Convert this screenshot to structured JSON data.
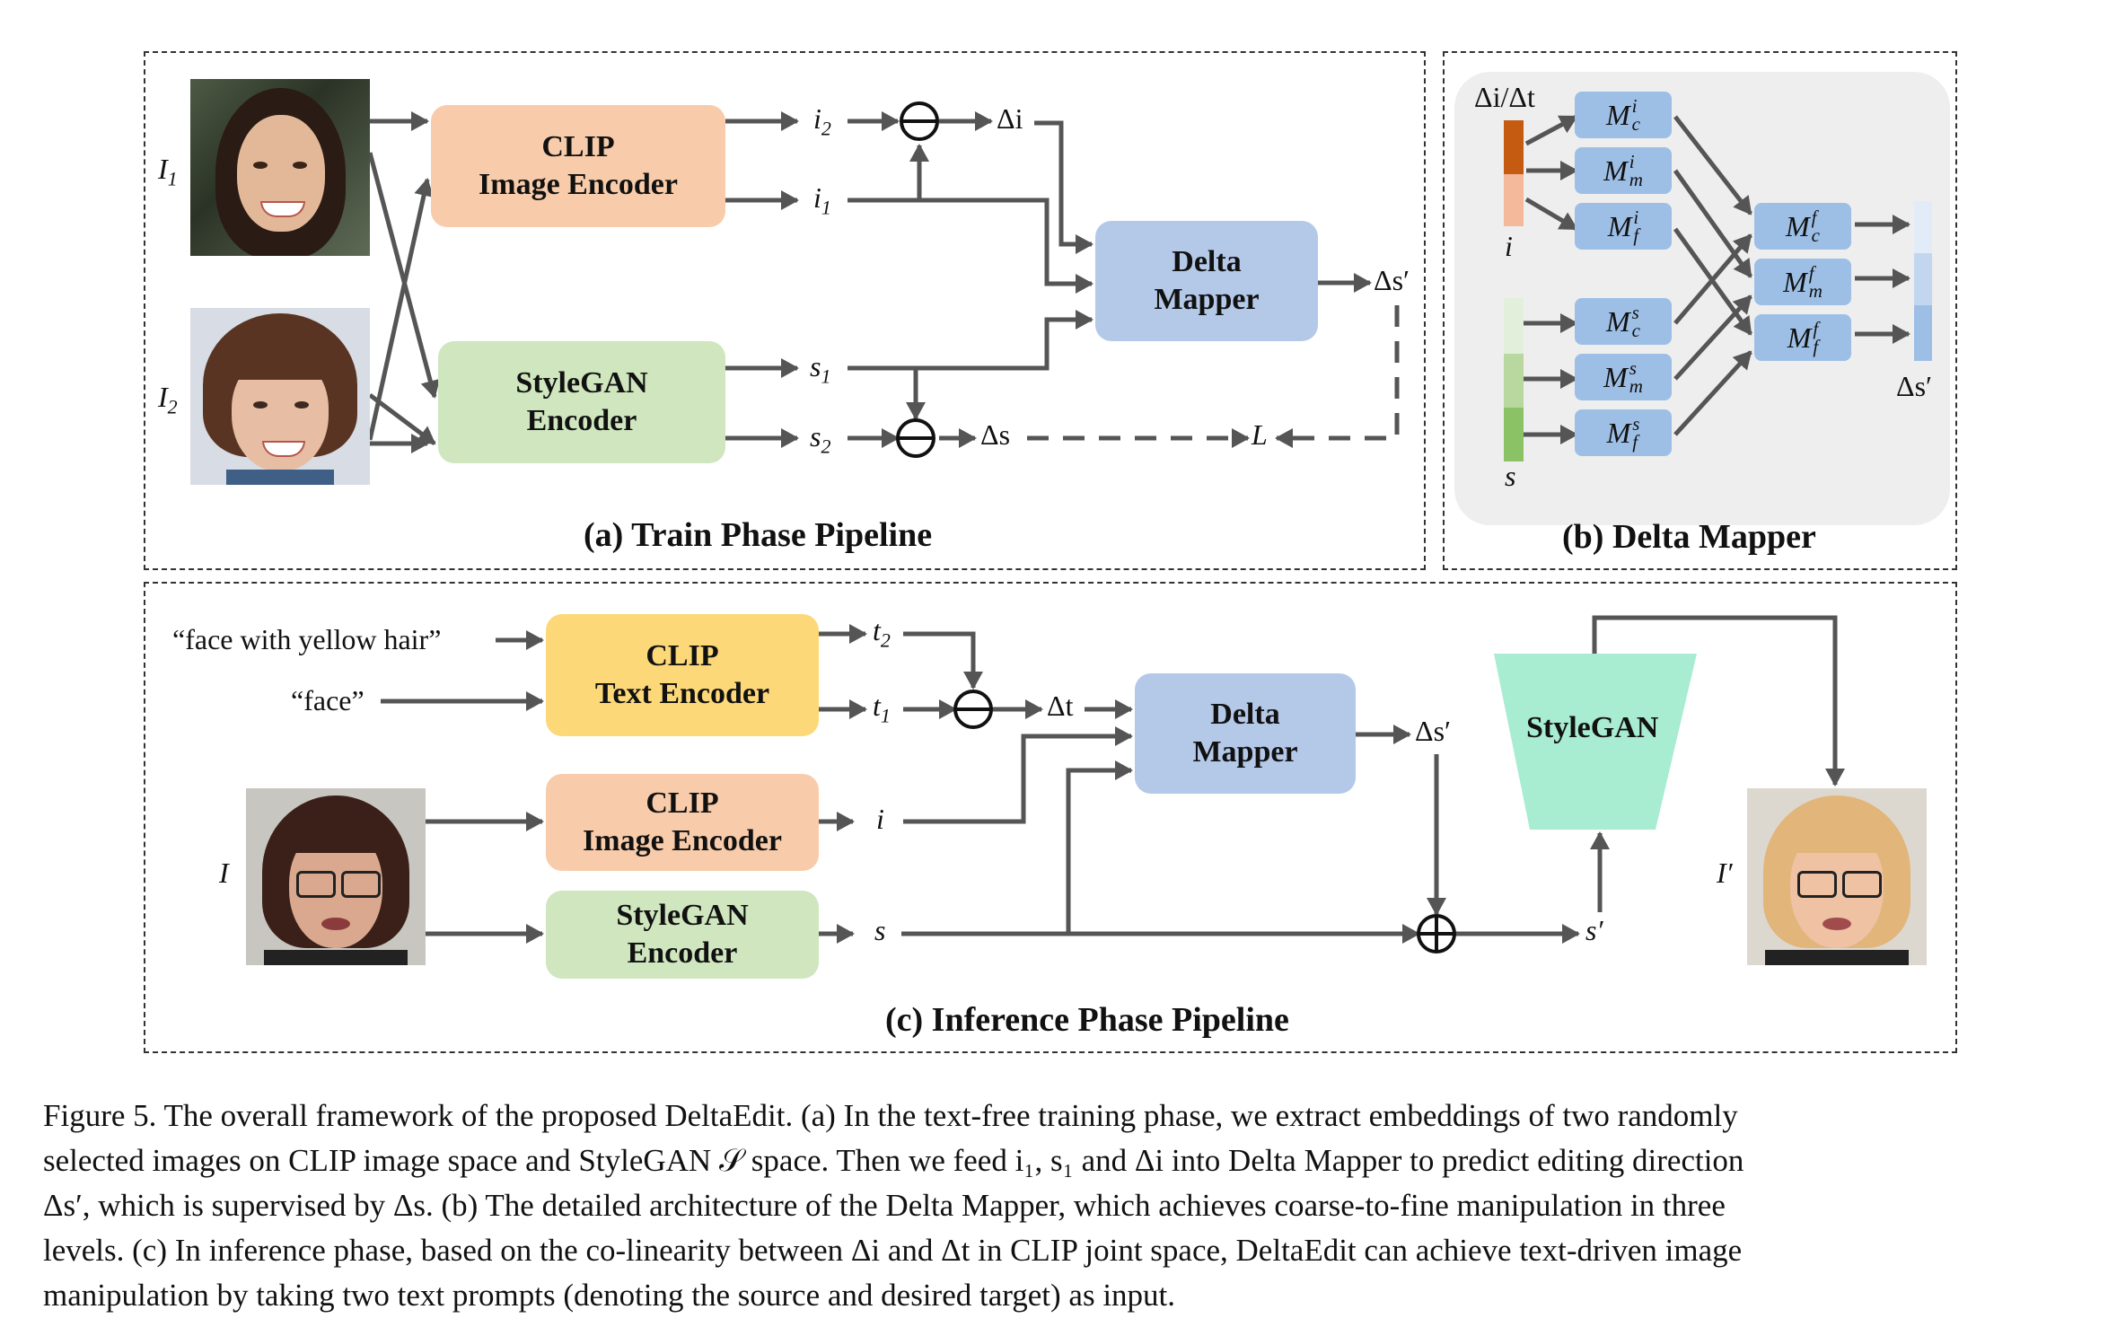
{
  "panel_a": {
    "title": "(a) Train Phase Pipeline",
    "img1_label": "I",
    "img1_sub": "1",
    "img2_label": "I",
    "img2_sub": "2",
    "clip_image_encoder": "CLIP\nImage Encoder",
    "stylegan_encoder": "StyleGAN\nEncoder",
    "delta_mapper": "Delta\nMapper",
    "i2": "i",
    "i2_sub": "2",
    "i1": "i",
    "i1_sub": "1",
    "s1": "s",
    "s1_sub": "1",
    "s2": "s",
    "s2_sub": "2",
    "delta_i": "Δi",
    "delta_s": "Δs",
    "delta_s_prime": "Δs′",
    "loss": "L"
  },
  "panel_b": {
    "title": "(b) Delta Mapper",
    "input_top": "Δi/Δt",
    "i_label": "i",
    "s_label": "s",
    "output": "Δs′",
    "m_c_i": "M",
    "m_c_i_sub": "c",
    "m_c_i_sup": "i",
    "m_m_i": "M",
    "m_m_i_sub": "m",
    "m_m_i_sup": "i",
    "m_f_i": "M",
    "m_f_i_sub": "f",
    "m_f_i_sup": "i",
    "m_c_s": "M",
    "m_c_s_sub": "c",
    "m_c_s_sup": "s",
    "m_m_s": "M",
    "m_m_s_sub": "m",
    "m_m_s_sup": "s",
    "m_f_s": "M",
    "m_f_s_sub": "f",
    "m_f_s_sup": "s",
    "m_c_f": "M",
    "m_c_f_sub": "c",
    "m_c_f_sup": "f",
    "m_m_f": "M",
    "m_m_f_sub": "m",
    "m_m_f_sup": "f",
    "m_f_f": "M",
    "m_f_f_sub": "f",
    "m_f_f_sup": "f"
  },
  "panel_c": {
    "title": "(c) Inference Phase Pipeline",
    "prompt_target": "“face with yellow hair”",
    "prompt_source": "“face”",
    "clip_text_encoder": "CLIP\nText Encoder",
    "clip_image_encoder": "CLIP\nImage Encoder",
    "stylegan_encoder": "StyleGAN\nEncoder",
    "delta_mapper": "Delta\nMapper",
    "stylegan": "StyleGAN",
    "t2": "t",
    "t2_sub": "2",
    "t1": "t",
    "t1_sub": "1",
    "delta_t": "Δt",
    "i": "i",
    "s": "s",
    "delta_s_prime": "Δs′",
    "s_prime": "s′",
    "input_img": "I",
    "output_img": "I′"
  },
  "caption": {
    "line1": "Figure 5.  The overall framework of the proposed DeltaEdit.  (a) In the text-free training phase, we extract embeddings of two randomly",
    "line2": "selected images on CLIP image space and StyleGAN 𝒮 space. Then we feed i₁, s₁ and Δi into Delta Mapper to predict editing direction",
    "line3": "Δs′, which is supervised by Δs.  (b) The detailed architecture of the Delta Mapper, which achieves coarse-to-fine manipulation in three",
    "line4": "levels.  (c) In inference phase, based on the co-linearity between Δi and Δt in CLIP joint space, DeltaEdit can achieve text-driven image",
    "line5": "manipulation by taking two text prompts (denoting the source and desired target) as input."
  },
  "colors": {
    "clip_image": "#f8ccaa",
    "stylegan_enc": "#cfe6bf",
    "delta_mapper": "#b4c8e8",
    "clip_text": "#fcd878",
    "stylegan_gen": "#a8ecd2",
    "arrows": "#555555"
  }
}
